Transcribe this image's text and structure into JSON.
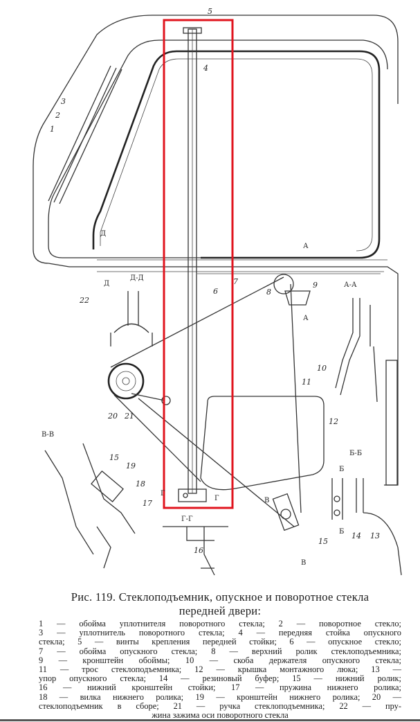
{
  "figure": {
    "part_labels": [
      "1",
      "2",
      "3",
      "4",
      "5",
      "6",
      "7",
      "8",
      "9",
      "10",
      "11",
      "12",
      "13",
      "14",
      "15",
      "16",
      "17",
      "18",
      "19",
      "20",
      "21",
      "22"
    ],
    "section_labels": {
      "dd": "Д-Д",
      "aa": "А-А",
      "bb": "Б-Б",
      "vv": "В-В",
      "gg": "Г-Г",
      "d": "Д",
      "a": "А",
      "b": "Б",
      "v": "В",
      "g": "Г"
    },
    "highlight_color": "#e0141e"
  },
  "caption": {
    "title_line1": "Рис. 119. Стеклоподъемник, опускное и поворотное стекла",
    "title_line2": "передней двери:",
    "legend_lines": [
      "1 — обойма уплотнителя поворотного стекла; 2 — поворотное стекло;",
      "3 — уплотнитель поворотного стекла; 4 — передняя стойка опускного",
      "стекла; 5 — винты крепления передней стойки; 6 — опускное стекло;",
      "7 — обойма опускного стекла; 8 — верхний ролик стеклоподъемника;",
      "9 — кронштейн обоймы; 10 — скоба держателя опускного стекла;",
      "11 — трос стеклоподъемника; 12 — крышка монтажного люка; 13 —",
      "упор опускного стекла; 14 — резиновый буфер; 15 — нижний ролик;",
      "16 — нижний кронштейн стойки; 17 — пружина нижнего ролика;",
      "18 — вилка нижнего ролика; 19 — кронштейн нижнего ролика; 20 —",
      "стеклоподъемник в сборе; 21 — ручка стеклоподъемника; 22 — пру-",
      "жина зажима оси поворотного стекла"
    ]
  }
}
